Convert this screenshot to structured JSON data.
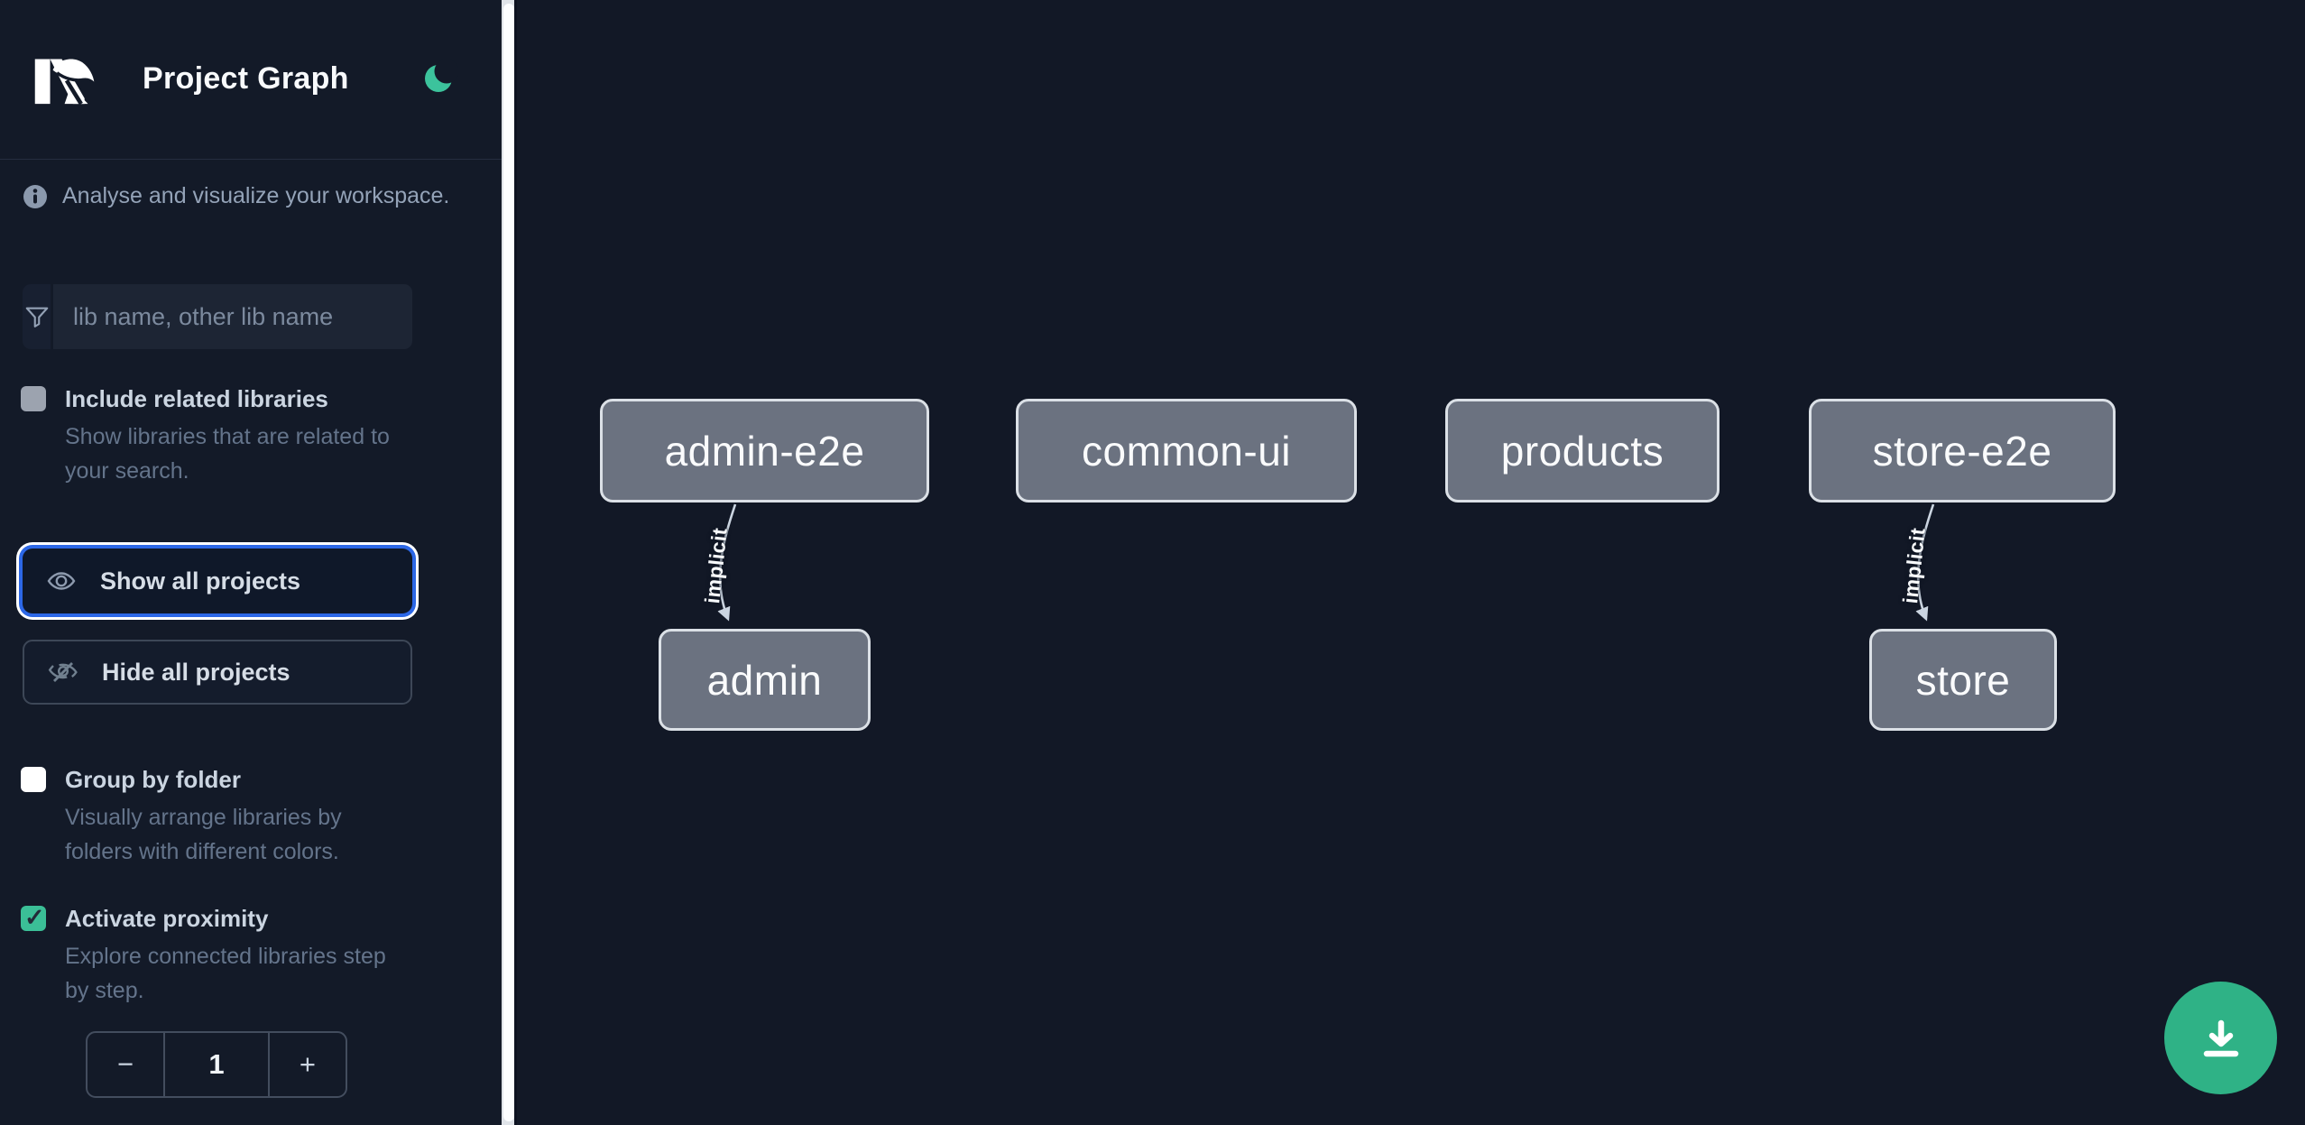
{
  "header": {
    "title": "Project Graph",
    "logo": "nx-logo",
    "theme_icon": "moon-icon"
  },
  "sidebar": {
    "info": {
      "icon": "info-icon",
      "text": "Analyse and visualize your workspace."
    },
    "search": {
      "icon": "funnel-icon",
      "placeholder": "lib name, other lib name",
      "value": ""
    },
    "options": [
      {
        "label": "Include related libraries",
        "description": "Show libraries that are related to your search.",
        "checked": false
      },
      {
        "label": "Group by folder",
        "description": "Visually arrange libraries by folders with different colors.",
        "checked": false
      },
      {
        "label": "Activate proximity",
        "description": "Explore connected libraries step by step.",
        "checked": true
      }
    ],
    "actions": [
      {
        "label": "Show all projects",
        "icon": "eye-icon",
        "focused": true
      },
      {
        "label": "Hide all projects",
        "icon": "eye-off-icon",
        "focused": false
      }
    ],
    "stepper": {
      "decrement": "−",
      "value": "1",
      "increment": "+"
    }
  },
  "graph": {
    "nodes": [
      {
        "label": "admin-e2e"
      },
      {
        "label": "common-ui"
      },
      {
        "label": "products"
      },
      {
        "label": "store-e2e"
      },
      {
        "label": "admin"
      },
      {
        "label": "store"
      }
    ],
    "edges": [
      {
        "source": "admin-e2e",
        "target": "admin",
        "label": "implicit"
      },
      {
        "source": "store-e2e",
        "target": "store",
        "label": "implicit"
      }
    ]
  },
  "fab": {
    "icon": "download-icon"
  },
  "colors": {
    "background": "#121826",
    "node_fill": "#6b7280",
    "node_border": "#dbe0e6",
    "accent_green": "#3bbf97",
    "fab_green": "#2fb286",
    "focus_blue": "#2c67e6",
    "edge": "#cbd5e1"
  }
}
